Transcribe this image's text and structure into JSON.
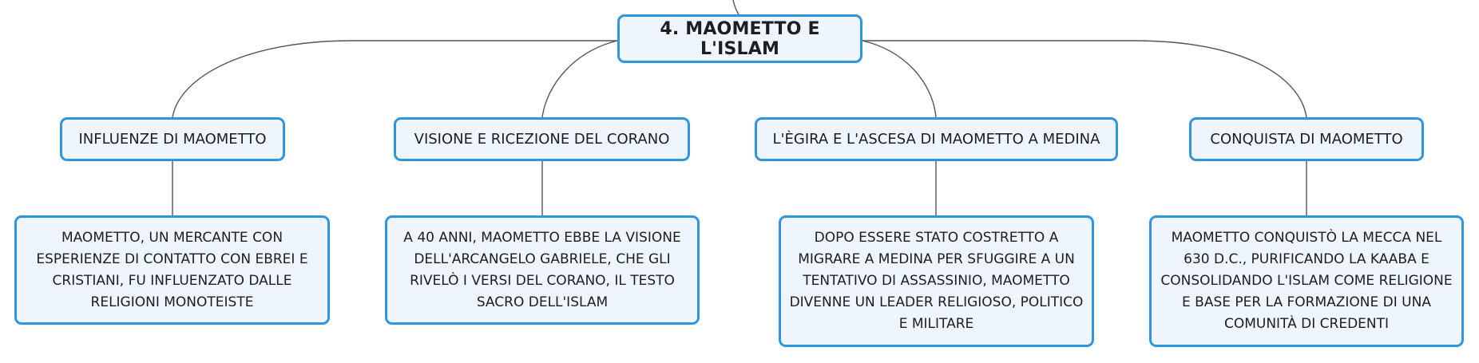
{
  "colors": {
    "node_border": "#2f95dd",
    "node_fill": "#eef5fc",
    "connector": "#555555",
    "text": "#1e1e1e"
  },
  "mindmap": {
    "root": {
      "label": "4. MAOMETTO E L'ISLAM"
    },
    "branches": [
      {
        "title": "INFLUENZE DI MAOMETTO",
        "detail": "MAOMETTO, UN MERCANTE CON ESPERIENZE DI CONTATTO CON EBREI E CRISTIANI, FU INFLUENZATO DALLE RELIGIONI MONOTEISTE"
      },
      {
        "title": "VISIONE E RICEZIONE DEL CORANO",
        "detail": "A 40 ANNI, MAOMETTO EBBE LA VISIONE DELL'ARCANGELO GABRIELE, CHE GLI RIVELÒ I VERSI DEL CORANO, IL TESTO SACRO DELL'ISLAM"
      },
      {
        "title": "L'ÈGIRA E L'ASCESA DI MAOMETTO A MEDINA",
        "detail": "DOPO ESSERE STATO COSTRETTO A MIGRARE A MEDINA PER SFUGGIRE A UN TENTATIVO DI ASSASSINIO, MAOMETTO DIVENNE UN LEADER RELIGIOSO, POLITICO E MILITARE"
      },
      {
        "title": "CONQUISTA DI MAOMETTO",
        "detail": "MAOMETTO CONQUISTÒ LA MECCA NEL 630 D.C., PURIFICANDO LA KAABA E CONSOLIDANDO L'ISLAM COME RELIGIONE E BASE PER LA FORMAZIONE DI UNA COMUNITÀ DI CREDENTI"
      }
    ]
  }
}
